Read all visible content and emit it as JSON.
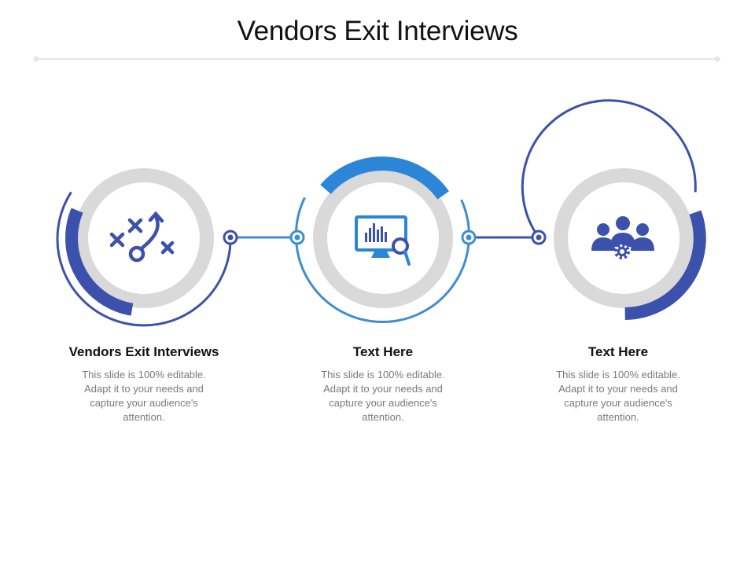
{
  "title": "Vendors Exit Interviews",
  "colors": {
    "navy": "#3c51ab",
    "blue": "#2b86d8",
    "sky": "#3d8ed2",
    "ring_gray": "#d9d9d9",
    "text_dark": "#111111",
    "text_gray": "#7a7a7a"
  },
  "steps": [
    {
      "title": "Vendors Exit Interviews",
      "description": "This slide is 100% editable. Adapt it to your needs and capture your audience's attention.",
      "icon": "strategy-plan-icon",
      "accent": "#3c51ab"
    },
    {
      "title": "Text Here",
      "description": "This slide is 100% editable. Adapt it to your needs and capture your audience's attention.",
      "icon": "monitor-analytics-icon",
      "accent": "#2b86d8"
    },
    {
      "title": "Text Here",
      "description": "This slide is 100% editable. Adapt it to your needs and capture your audience's attention.",
      "icon": "team-settings-icon",
      "accent": "#3c51ab"
    }
  ]
}
